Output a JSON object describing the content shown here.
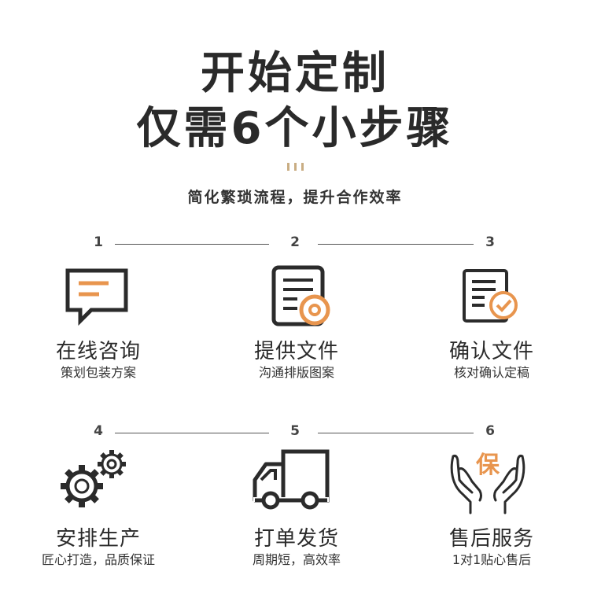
{
  "header": {
    "title_line1": "开始定制",
    "title_line2": "仅需6个小步骤",
    "subtitle": "简化繁琐流程，提升合作效率"
  },
  "steps": [
    {
      "number": "1",
      "title": "在线咨询",
      "desc": "策划包装方案",
      "icon": "chat-bubble-icon"
    },
    {
      "number": "2",
      "title": "提供文件",
      "desc": "沟通排版图案",
      "icon": "document-disc-icon"
    },
    {
      "number": "3",
      "title": "确认文件",
      "desc": "核对确认定稿",
      "icon": "document-check-icon"
    },
    {
      "number": "4",
      "title": "安排生产",
      "desc": "匠心打造，品质保证",
      "icon": "gears-icon"
    },
    {
      "number": "5",
      "title": "打单发货",
      "desc": "周期短，高效率",
      "icon": "truck-icon"
    },
    {
      "number": "6",
      "title": "售后服务",
      "desc": "1对1贴心售后",
      "icon": "hands-guarantee-icon",
      "icon_text": "保"
    }
  ],
  "colors": {
    "accent": "#e8954e",
    "dark": "#2b2b2b",
    "deco": "#c9ad83"
  }
}
